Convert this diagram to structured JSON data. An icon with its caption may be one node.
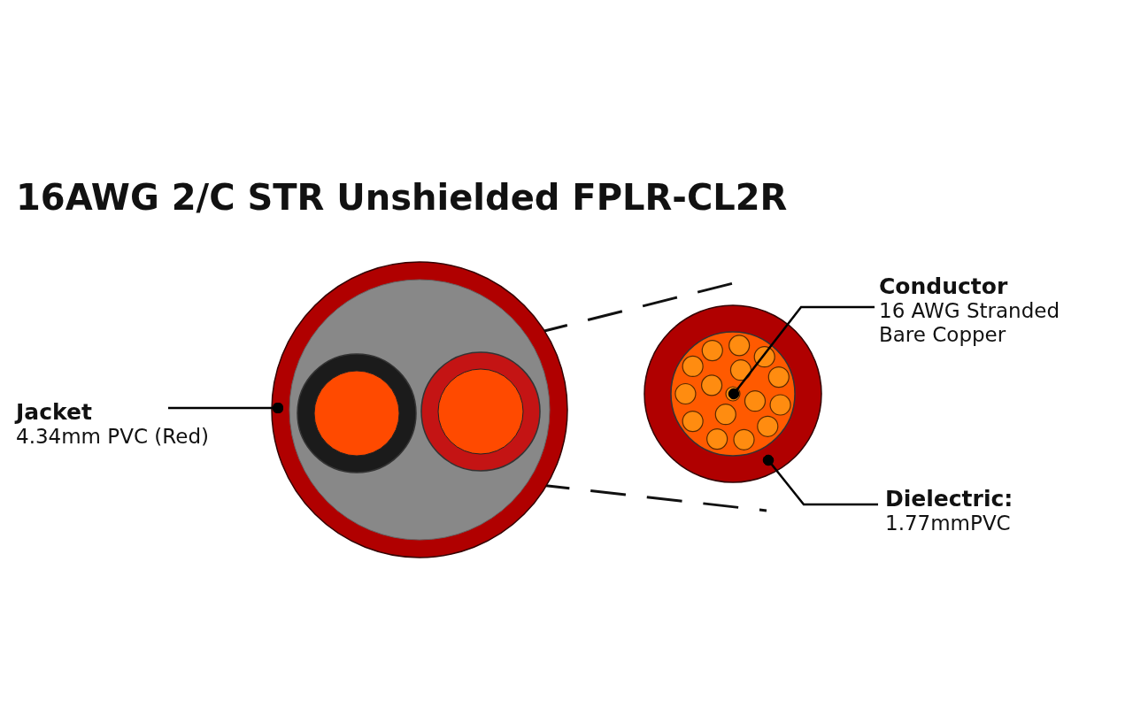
{
  "diagram": {
    "title": "16AWG 2/C STR Unshielded FPLR-CL2R",
    "nodes": [
      {
        "text": [
          "Jacket",
          "4.34mm PVC (Red)"
        ]
      },
      {
        "text": [],
        "shape": "circle"
      },
      {
        "text": [
          "Conductor",
          "16 AWG Stranded Bare Copper"
        ]
      },
      {
        "text": [],
        "shape": "circle"
      },
      {
        "text": [],
        "shape": "circle",
        "in": 3
      },
      {
        "text": [
          "Dielectric:",
          "1.77mmPVC"
        ]
      }
    ],
    "edges": [
      {
        "from": 0,
        "to": 1,
        "arrow": "other"
      },
      {
        "from": 2,
        "to": 4,
        "arrow": "other"
      },
      {
        "from": 5,
        "to": 3,
        "arrow": "other"
      }
    ]
  }
}
